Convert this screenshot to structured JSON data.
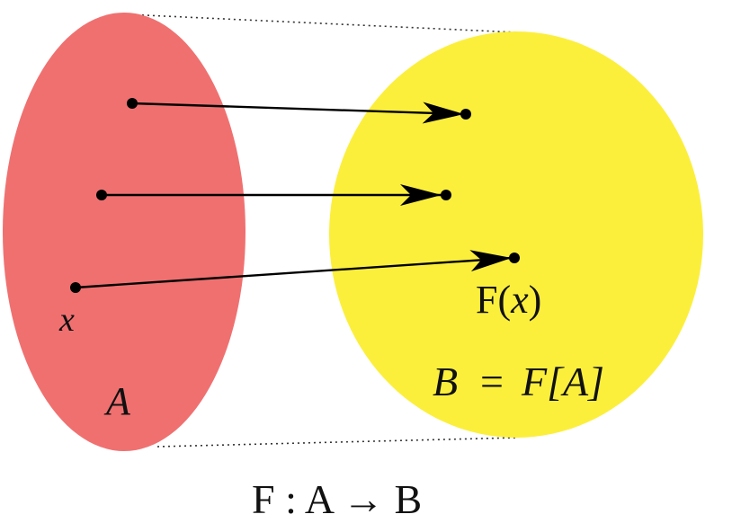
{
  "colors": {
    "set_a_fill": "#f07070",
    "set_b_fill": "#fbef3c",
    "arrow": "#000000",
    "dotted_line": "#333333"
  },
  "labels": {
    "element_x": "x",
    "set_a": "A",
    "image_label_prefix": "F(",
    "image_label_var": "x",
    "image_label_suffix": ")",
    "set_b_lhs": "B",
    "set_b_eq": "=",
    "set_b_rhs": "F[A]",
    "mapping": "F : A → B"
  },
  "mapping_arrows": 3
}
